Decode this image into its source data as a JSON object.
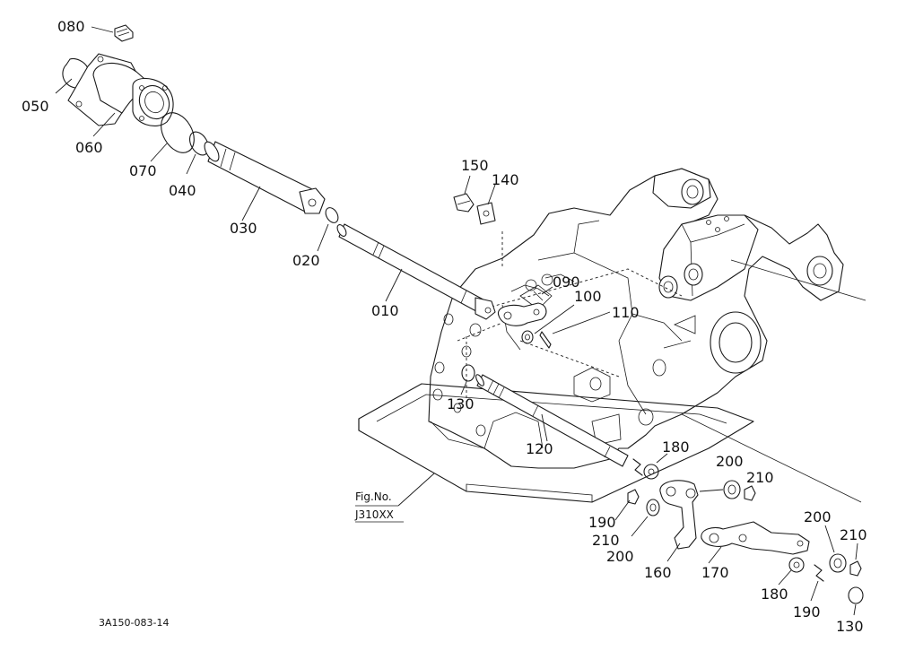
{
  "fig_label_line1": "Fig.No.",
  "fig_label_line2": "J310XX",
  "drawing_ref": "3A150-083-14",
  "callouts": {
    "p010": "010",
    "p020": "020",
    "p030": "030",
    "p040": "040",
    "p050": "050",
    "p060": "060",
    "p070": "070",
    "p080": "080",
    "p090": "090",
    "p100": "100",
    "p110": "110",
    "p120": "120",
    "p130a": "130",
    "p130b": "130",
    "p140": "140",
    "p150": "150",
    "p160": "160",
    "p170": "170",
    "p180a": "180",
    "p180b": "180",
    "p190a": "190",
    "p190b": "190",
    "p200a": "200",
    "p200b": "200",
    "p200c": "200",
    "p210a": "210",
    "p210b": "210",
    "p210c": "210"
  }
}
